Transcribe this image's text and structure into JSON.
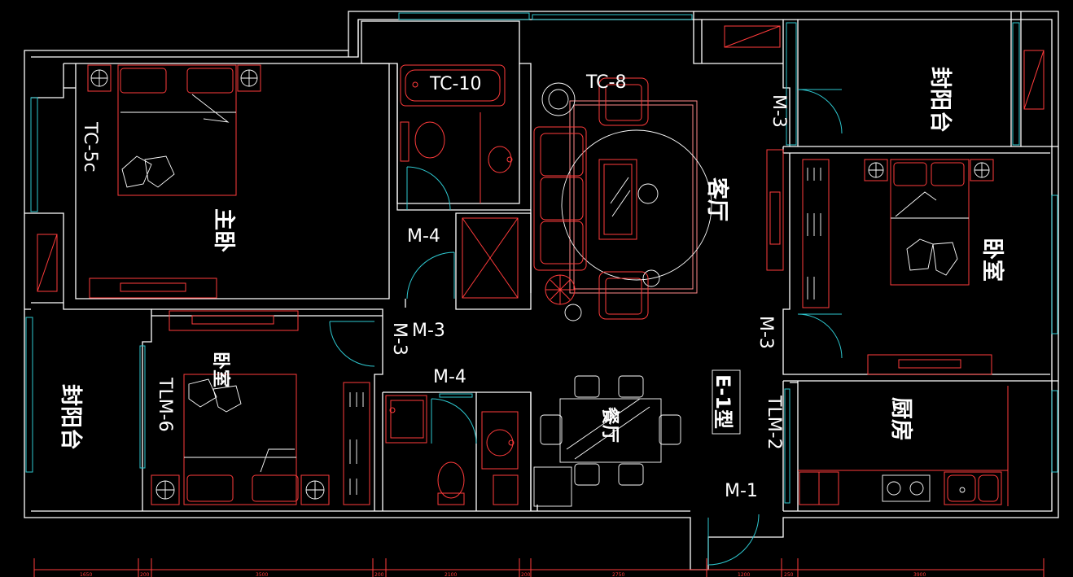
{
  "colors": {
    "background": "#000000",
    "wall": "#ffffff",
    "window": "#2ec8d0",
    "furniture": "#ff3b3b"
  },
  "rooms": {
    "master_bedroom": "主卧",
    "living_room": "客厅",
    "bedroom_right": "卧室",
    "bedroom_left": "卧室",
    "balcony_top": "封阳台",
    "balcony_left": "封阳台",
    "dining_room": "餐厅",
    "kitchen": "厨房"
  },
  "labels": {
    "tc10": "TC-10",
    "tc8": "TC-8",
    "tc5c": "TC-5c",
    "m4_upper": "M-4",
    "m3_mid": "M-3",
    "m3_vert_left": "M-3",
    "m4_lower": "M-4",
    "m3_top_right": "M-3",
    "m3_right": "M-3",
    "tlm2": "TLM-2",
    "tlm6": "TLM-6",
    "m1": "M-1",
    "unit_type": "E-1型"
  },
  "dimensions": [
    "1650",
    "200",
    "3500",
    "200",
    "2100",
    "200",
    "2750",
    "1200",
    "250",
    "3900"
  ]
}
